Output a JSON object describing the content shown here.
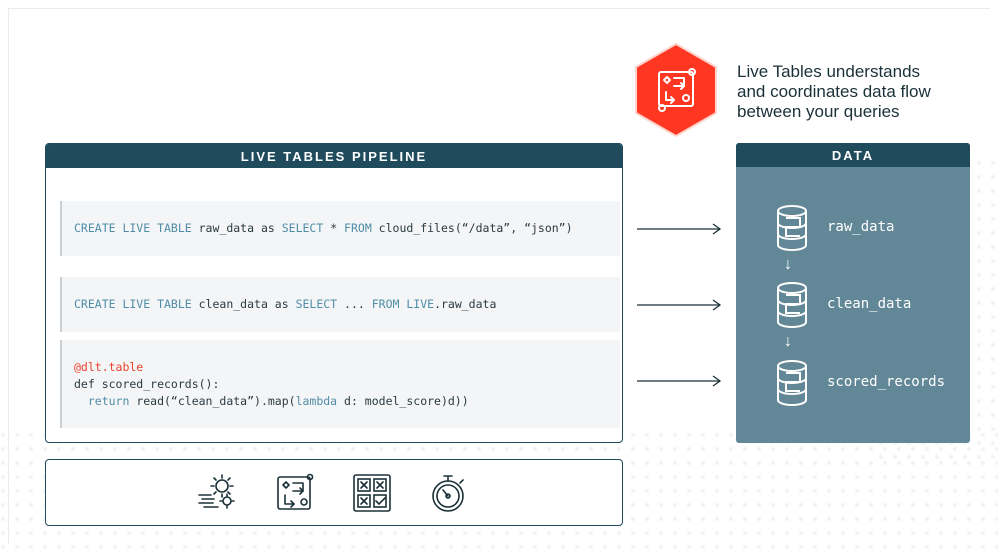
{
  "callout": {
    "line1": "Live Tables understands",
    "line2": "and coordinates data flow",
    "line3": "between your queries"
  },
  "pipeline": {
    "header": "LIVE TABLES PIPELINE",
    "block1": {
      "kw1": "CREATE LIVE TABLE",
      "name": " raw_data as ",
      "kw2": "SELECT",
      "mid": " * ",
      "kw3": "FROM",
      "rest": " cloud_files(“/data”, “json”)"
    },
    "block2": {
      "kw1": "CREATE LIVE TABLE",
      "name": " clean_data as ",
      "kw2": "SELECT",
      "mid": " ... ",
      "kw3": "FROM",
      "kw4": " LIVE",
      "rest": ".raw_data"
    },
    "block3": {
      "decorator": "@dlt.table",
      "def_line": "def scored_records():",
      "ret_kw": "  return",
      "ret_mid": " read(“clean_data”).map(",
      "lambda_kw": "lambda",
      "ret_end": " d: model_score)d))"
    }
  },
  "data": {
    "header": "DATA",
    "tables": [
      {
        "name": "raw_data"
      },
      {
        "name": "clean_data"
      },
      {
        "name": "scored_records"
      }
    ]
  },
  "icons": {
    "hex_badge": "pipeline-flow-icon",
    "bar": [
      "gears-speed-icon",
      "pipeline-flow-icon",
      "checklist-grid-icon",
      "stopwatch-icon"
    ]
  },
  "colors": {
    "navy": "#1f4b5d",
    "slate": "#628796",
    "accent_red": "#ff3621",
    "keyword_blue": "#4f8da8"
  }
}
